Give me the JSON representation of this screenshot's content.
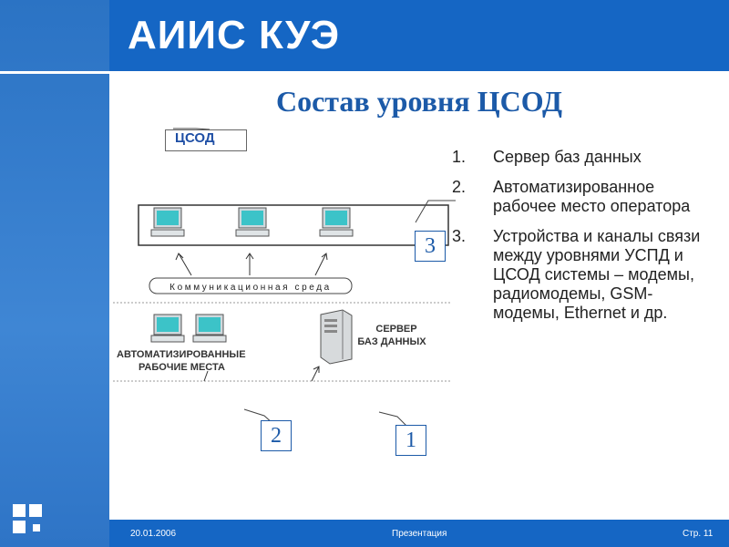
{
  "header": {
    "title": "АИИС КУЭ"
  },
  "slide": {
    "title": "Состав уровня ЦСОД"
  },
  "diagram": {
    "tsod_label": "ЦСОД",
    "comm_label": "Коммуникационная среда",
    "server_label_line1": "СЕРВЕР",
    "server_label_line2": "БАЗ ДАННЫХ",
    "arm_label_line1": "АВТОМАТИЗИРОВАННЫЕ",
    "arm_label_line2": "РАБОЧИЕ МЕСТА",
    "callouts": [
      "3",
      "2",
      "1"
    ]
  },
  "list": [
    {
      "num": "1.",
      "text": "Сервер баз данных"
    },
    {
      "num": "2.",
      "text": "Автоматизированное рабочее место оператора"
    },
    {
      "num": "3.",
      "text": "Устройства и каналы связи между уровнями УСПД и ЦСОД системы – модемы, радиомодемы, GSM-модемы, Ethernet и др."
    }
  ],
  "footer": {
    "date": "20.01.2006",
    "center": "Презентация",
    "page": "Стр. 11"
  },
  "colors": {
    "header": "#1566c4",
    "sidebar": "#3f86d4",
    "title": "#1c5aa8",
    "text": "#222222"
  }
}
